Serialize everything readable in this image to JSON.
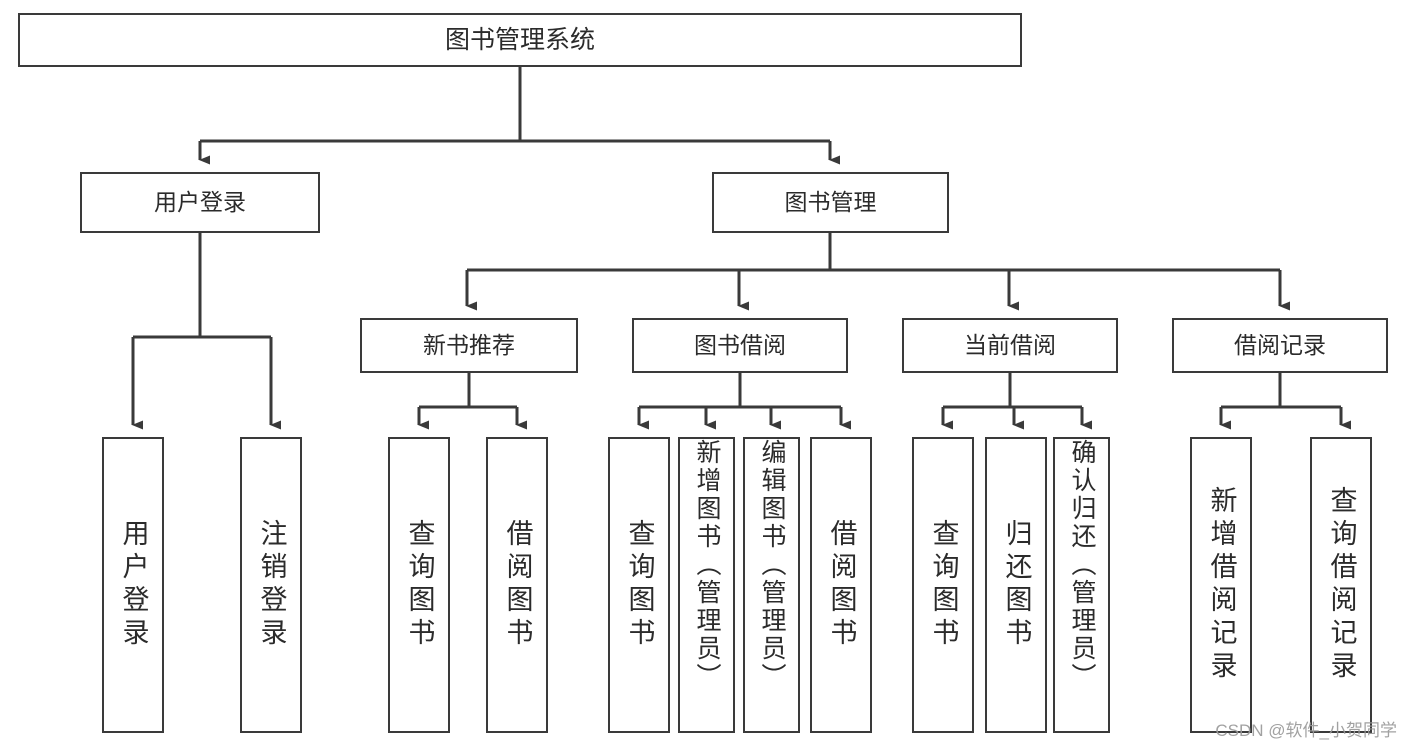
{
  "diagram": {
    "title": "图书管理系统",
    "type": "tree",
    "orientation": "top-down",
    "colors": {
      "box_border": "#3a3a3a",
      "box_fill": "#ffffff",
      "connector": "#3a3a3a",
      "text": "#2b2b2b",
      "watermark": "#9a9a9a",
      "background": "#ffffff"
    },
    "root": {
      "label": "图书管理系统"
    },
    "level1": [
      {
        "key": "user_login",
        "label": "用户登录"
      },
      {
        "key": "book_manage",
        "label": "图书管理"
      }
    ],
    "level2": [
      {
        "key": "new_book",
        "label": "新书推荐"
      },
      {
        "key": "borrow",
        "label": "图书借阅"
      },
      {
        "key": "current",
        "label": "当前借阅"
      },
      {
        "key": "record",
        "label": "借阅记录"
      }
    ],
    "leaves": {
      "user_login": [
        {
          "key": "u1",
          "label": "用户登录"
        },
        {
          "key": "u2",
          "label": "注销登录"
        }
      ],
      "new_book": [
        {
          "key": "n1",
          "label": "查询图书"
        },
        {
          "key": "n2",
          "label": "借阅图书"
        }
      ],
      "borrow": [
        {
          "key": "b1",
          "label": "查询图书"
        },
        {
          "key": "b2",
          "label": "新增图书（管理员）"
        },
        {
          "key": "b3",
          "label": "编辑图书（管理员）"
        },
        {
          "key": "b4",
          "label": "借阅图书"
        }
      ],
      "current": [
        {
          "key": "c1",
          "label": "查询图书"
        },
        {
          "key": "c2",
          "label": "归还图书"
        },
        {
          "key": "c3",
          "label": "确认归还（管理员）"
        }
      ],
      "record": [
        {
          "key": "r1",
          "label": "新增借阅记录"
        },
        {
          "key": "r2",
          "label": "查询借阅记录"
        }
      ]
    }
  },
  "watermark": {
    "text": "CSDN @软件_小贺同学"
  }
}
